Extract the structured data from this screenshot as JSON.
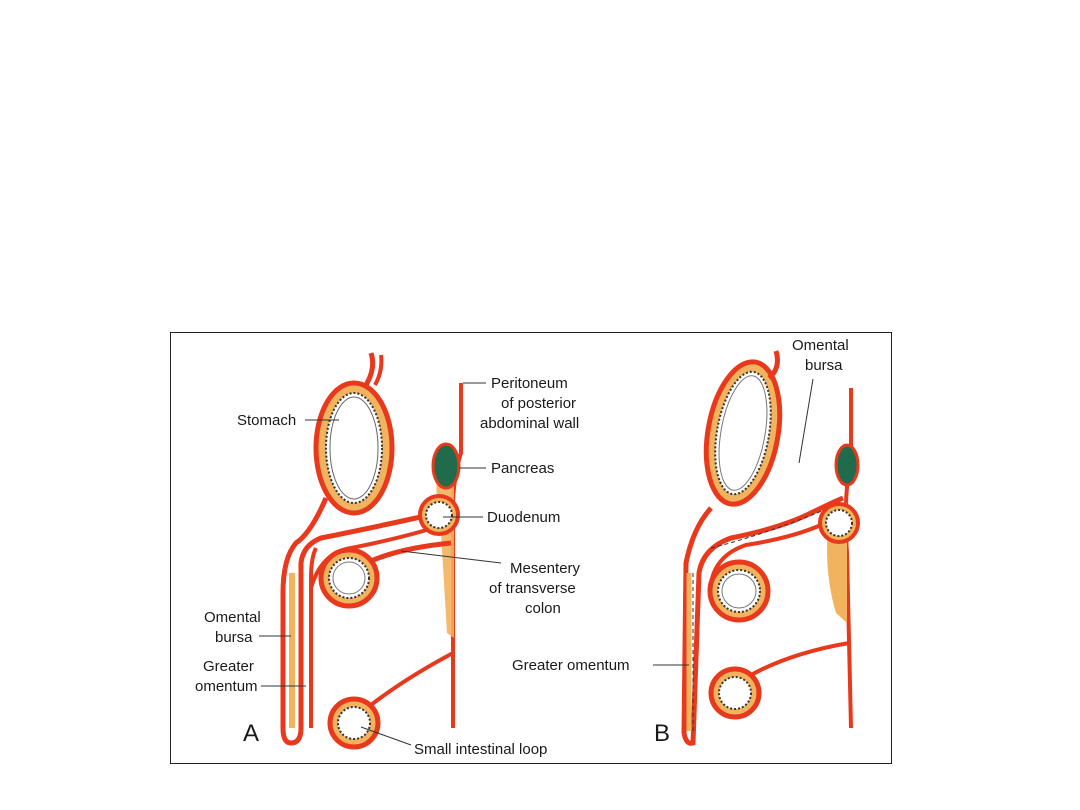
{
  "colors": {
    "membrane": "#e8391d",
    "fat": "#f2b35e",
    "pancreas": "#1f6b4c",
    "lumen_ring": "#f7f7f7",
    "frame": "#222222"
  },
  "panel_a": {
    "letter": "A",
    "labels": {
      "stomach": "Stomach",
      "peritoneum_1": "Peritoneum",
      "peritoneum_2": "of posterior",
      "peritoneum_3": "abdominal wall",
      "pancreas": "Pancreas",
      "duodenum": "Duodenum",
      "mesentery_1": "Mesentery",
      "mesentery_2": "of transverse",
      "mesentery_3": "colon",
      "omental_bursa_1": "Omental",
      "omental_bursa_2": "bursa",
      "greater_omentum_1": "Greater",
      "greater_omentum_2": "omentum",
      "small_intestine": "Small intestinal loop"
    }
  },
  "panel_b": {
    "letter": "B",
    "labels": {
      "omental_bursa_1": "Omental",
      "omental_bursa_2": "bursa",
      "greater_omentum": "Greater omentum"
    }
  }
}
